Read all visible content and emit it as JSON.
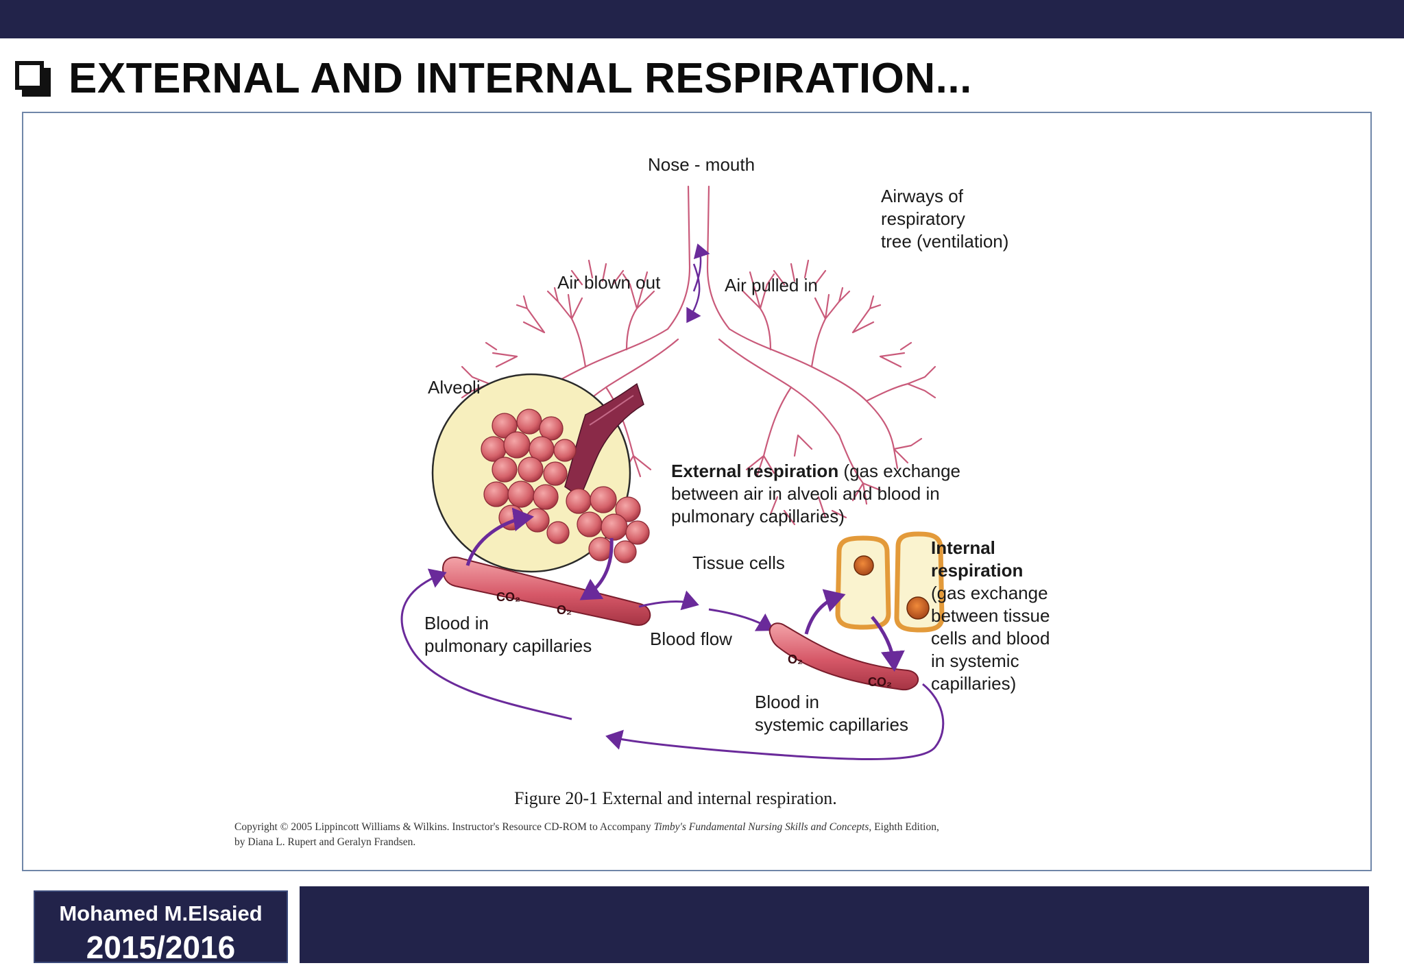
{
  "slide": {
    "title": "EXTERNAL AND INTERNAL RESPIRATION...",
    "title_icon": "checkbox-icon",
    "colors": {
      "bar": "#22234a",
      "frame_border": "#6f86a8",
      "airway": "#c95a7a",
      "arrow": "#6a2a9a",
      "vessel": "#d76a78",
      "alveolus_bg": "#f7efbe"
    }
  },
  "figure": {
    "labels": {
      "nose_mouth": "Nose - mouth",
      "airways_l1": "Airways of",
      "airways_l2": "respiratory",
      "airways_l3": "tree (ventilation)",
      "air_blown_out": "Air blown out",
      "air_pulled_in": "Air pulled in",
      "alveoli": "Alveoli",
      "ext_bold": "External respiration",
      "ext_l1_rest": " (gas exchange",
      "ext_l2": "between air in alveoli and blood in",
      "ext_l3": "pulmonary capillaries)",
      "tissue_cells": "Tissue cells",
      "int_l1": "Internal",
      "int_l2": "respiration",
      "int_l3": "(gas exchange",
      "int_l4": "between tissue",
      "int_l5": "cells and blood",
      "int_l6": "in systemic",
      "int_l7": "capillaries)",
      "blood_pulm_l1": "Blood in",
      "blood_pulm_l2": "pulmonary capillaries",
      "blood_flow": "Blood flow",
      "blood_sys_l1": "Blood in",
      "blood_sys_l2": "systemic capillaries",
      "co2_pulm": "CO₂",
      "o2_pulm": "O₂",
      "o2_sys": "O₂",
      "co2_sys": "CO₂"
    },
    "caption": "Figure 20-1 External and internal respiration.",
    "copyright": {
      "line1_a": "Copyright © 2005 Lippincott Williams & Wilkins.  Instructor's Resource CD-ROM to Accompany ",
      "line1_italic": "Timby's Fundamental Nursing Skills and Concepts",
      "line1_b": ", Eighth Edition,",
      "line2": "by Diana L. Rupert and Geralyn Frandsen."
    }
  },
  "footer": {
    "author": "Mohamed M.Elsaied",
    "year": "2015/2016"
  }
}
